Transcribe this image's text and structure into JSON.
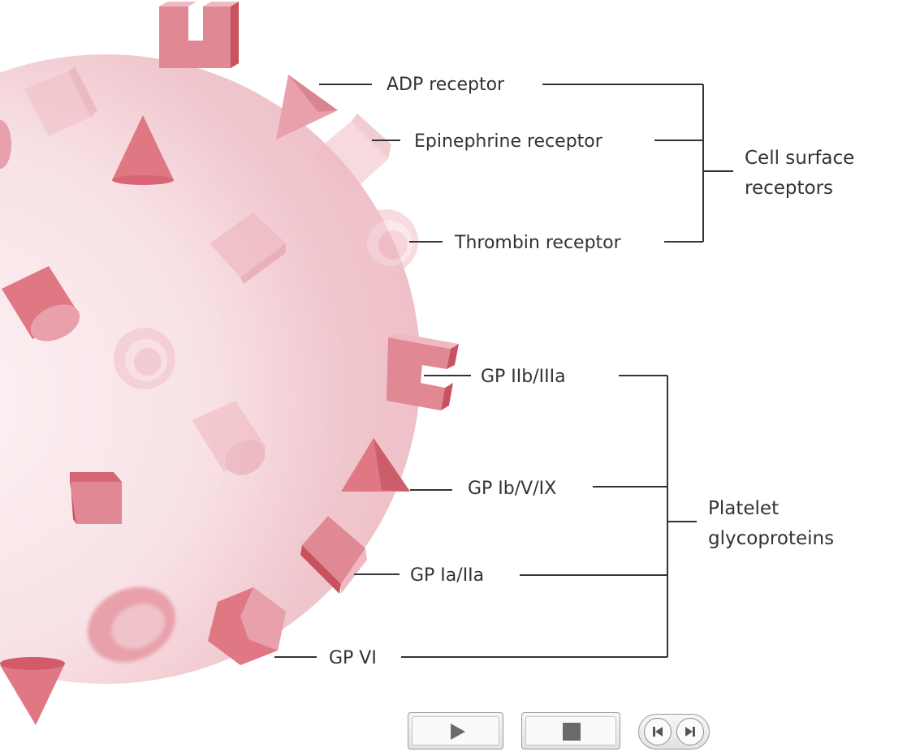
{
  "labels": {
    "adp": "ADP receptor",
    "epinephrine": "Epinephrine receptor",
    "thrombin": "Thrombin receptor",
    "gp_iib_iiia": "GP IIb/IIIa",
    "gp_ib_v_ix": "GP Ib/V/IX",
    "gp_ia_iia": "GP Ia/IIa",
    "gp_vi": "GP VI"
  },
  "groups": {
    "cell_surface_receptors": [
      "Cell surface",
      "receptors"
    ],
    "platelet_glycoproteins": [
      "Platelet",
      "glycoproteins"
    ]
  },
  "controls": {
    "play_icon": "play-icon",
    "stop_icon": "stop-icon",
    "prev_icon": "step-back-icon",
    "next_icon": "step-forward-icon"
  },
  "colors": {
    "cell_outer": "#f2cdd3",
    "cell_inner": "#fbeef0",
    "receptor_dark": "#d9606f",
    "receptor_mid": "#e08894",
    "receptor_light": "#f0b9c1",
    "line": "#333333"
  }
}
